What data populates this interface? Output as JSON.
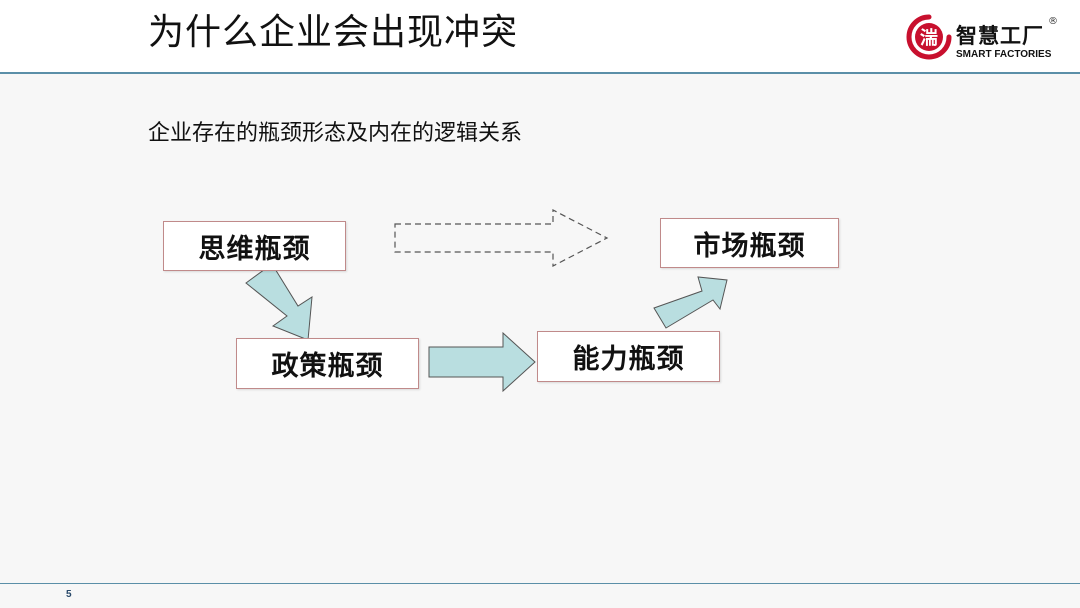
{
  "slide": {
    "title": "为什么企业会出现冲突",
    "subtitle": "企业存在的瓶颈形态及内在的逻辑关系",
    "page_number": "5"
  },
  "logo": {
    "seal_char": "湍",
    "name": "智慧工厂",
    "registered_mark": "®",
    "subname": "SMART FACTORIES"
  },
  "diagram": {
    "nodes": [
      {
        "id": "thinking",
        "label": "思维瓶颈"
      },
      {
        "id": "policy",
        "label": "政策瓶颈"
      },
      {
        "id": "capability",
        "label": "能力瓶颈"
      },
      {
        "id": "market",
        "label": "市场瓶颈"
      }
    ],
    "arrows": [
      {
        "from": "thinking",
        "to": "policy",
        "style": "solid"
      },
      {
        "from": "policy",
        "to": "capability",
        "style": "solid"
      },
      {
        "from": "capability",
        "to": "market",
        "style": "solid"
      },
      {
        "from": "thinking",
        "to": "market",
        "style": "dashed"
      }
    ],
    "colors": {
      "arrow_fill": "#b9dee0",
      "arrow_stroke": "#555555",
      "node_border": "#c08a8a",
      "accent_line": "#5b8fa8",
      "logo_red": "#c8102e"
    }
  }
}
